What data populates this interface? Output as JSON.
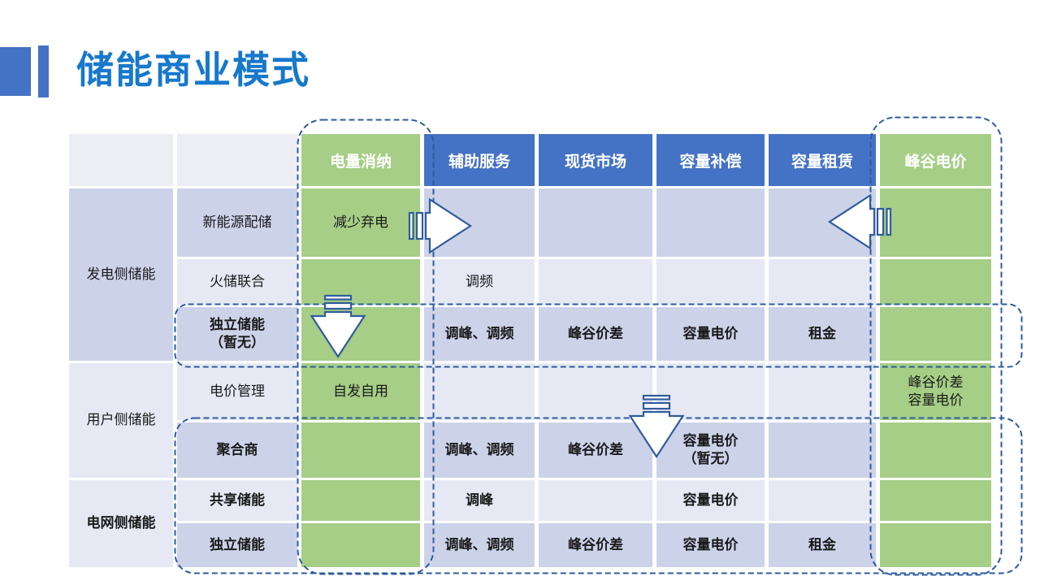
{
  "title": {
    "text": "储能商业模式"
  },
  "table": {
    "column_headers": [
      "电量消纳",
      "辅助服务",
      "现货市场",
      "容量补偿",
      "容量租赁",
      "峰谷电价"
    ],
    "row_groups": [
      {
        "label": "发电侧储能",
        "rows_spanned": 3,
        "bold": false
      },
      {
        "label": "用户侧储能",
        "rows_spanned": 2,
        "bold": false
      },
      {
        "label": "电网侧储能",
        "rows_spanned": 2,
        "bold": true
      }
    ],
    "rows": [
      {
        "category": "新能源配储",
        "bold": false,
        "cells": [
          "减少弃电",
          "",
          "",
          "",
          "",
          ""
        ]
      },
      {
        "category": "火储联合",
        "bold": false,
        "cells": [
          "",
          "调频",
          "",
          "",
          "",
          ""
        ]
      },
      {
        "category": "独立储能\n（暂无）",
        "bold": true,
        "cells": [
          "",
          "调峰、调频",
          "峰谷价差",
          "容量电价",
          "租金",
          ""
        ]
      },
      {
        "category": "电价管理",
        "bold": false,
        "cells": [
          "自发自用",
          "",
          "",
          "",
          "",
          "峰谷价差\n容量电价"
        ]
      },
      {
        "category": "聚合商",
        "bold": true,
        "cells": [
          "",
          "调峰、调频",
          "峰谷价差",
          "容量电价\n（暂无）",
          "",
          ""
        ]
      },
      {
        "category": "共享储能",
        "bold": true,
        "cells": [
          "",
          "调峰",
          "",
          "容量电价",
          "",
          ""
        ]
      },
      {
        "category": "独立储能",
        "bold": true,
        "cells": [
          "",
          "调峰、调频",
          "峰谷价差",
          "容量电价",
          "租金",
          ""
        ]
      }
    ]
  },
  "annotations": {
    "arrows": [
      {
        "name": "striped-right-arrow",
        "direction": "right"
      },
      {
        "name": "striped-left-arrow",
        "direction": "left"
      },
      {
        "name": "striped-down-arrow-1",
        "direction": "down"
      },
      {
        "name": "striped-down-arrow-2",
        "direction": "down"
      }
    ],
    "dashed_highlights": [
      "电量消纳列",
      "峰谷电价列",
      "独立储能（暂无）行",
      "聚合商/共享储能/独立储能行"
    ]
  },
  "colors": {
    "header_blue": "#4472c4",
    "cell_green": "#a6ce86",
    "row_dark": "#ccd3e9",
    "row_light": "#e6e9f4",
    "header_gray": "#edeef3",
    "title_blue": "#1778cc",
    "accent_blue": "#4472c4",
    "dash_blue": "#2e5c9e"
  }
}
